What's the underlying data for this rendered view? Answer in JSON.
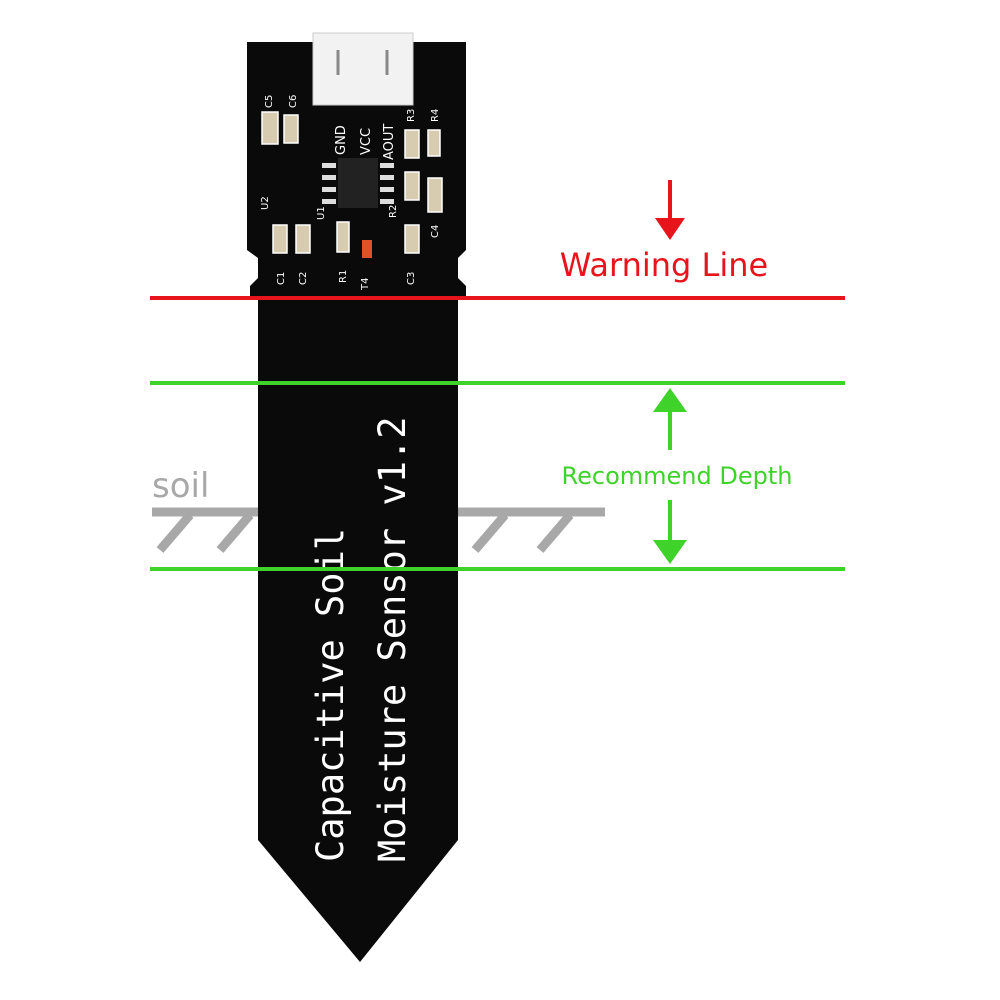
{
  "board": {
    "title_line1": "Capacitive Soil",
    "title_line2": "Moisture Sensor v1.2",
    "pins": [
      "GND",
      "VCC",
      "AOUT"
    ],
    "components": [
      "C5",
      "C6",
      "R3",
      "R4",
      "U2",
      "U1",
      "R2",
      "C4",
      "C1",
      "C2",
      "R1",
      "T4",
      "C3"
    ],
    "color": "#0a0a0a"
  },
  "annotations": {
    "warning_label": "Warning Line",
    "warning_color": "#e8141c",
    "recommend_label": "Recommend Depth",
    "recommend_color": "#3fd22a",
    "soil_label": "soil",
    "soil_color": "#a8a8a8"
  }
}
